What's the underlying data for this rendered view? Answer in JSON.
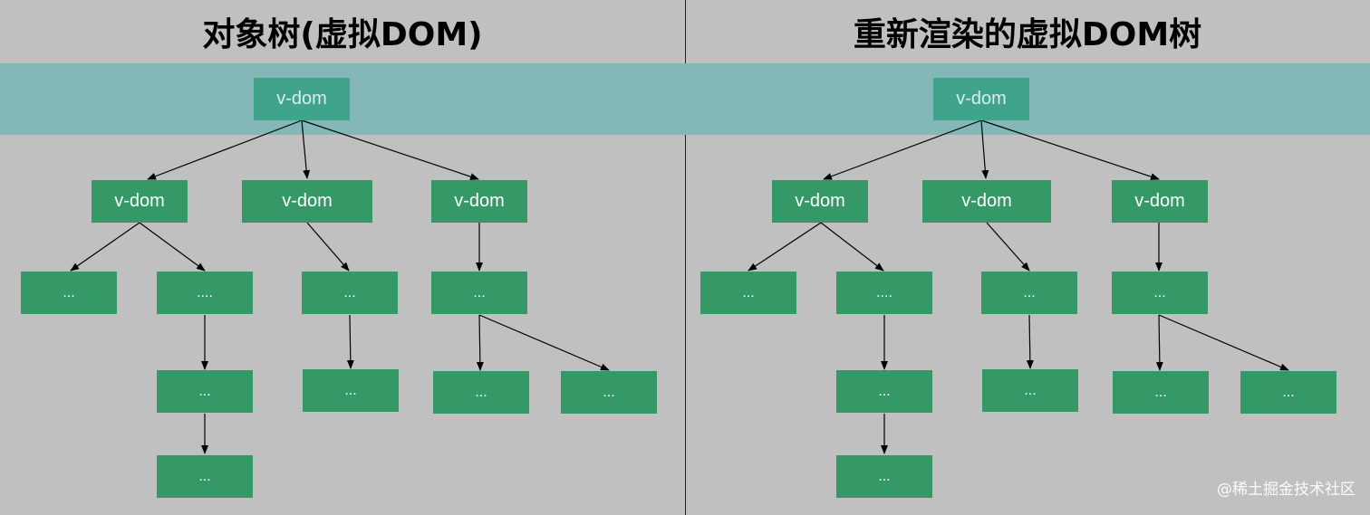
{
  "panels": [
    {
      "title": "对象树(虚拟DOM)",
      "nodes": {
        "root": "v-dom",
        "a": "v-dom",
        "b": "v-dom",
        "c": "v-dom",
        "a1": "...",
        "a2": "....",
        "a2c": "...",
        "a2cc": "...",
        "b1": "...",
        "b1c": "...",
        "c1": "...",
        "c1a": "...",
        "c1b": "..."
      }
    },
    {
      "title": "重新渲染的虚拟DOM树",
      "nodes": {
        "root": "v-dom",
        "a": "v-dom",
        "b": "v-dom",
        "c": "v-dom",
        "a1": "...",
        "a2": "....",
        "a2c": "...",
        "a2cc": "...",
        "b1": "...",
        "b1c": "...",
        "c1": "...",
        "c1a": "...",
        "c1b": "..."
      }
    }
  ],
  "watermark": "@稀土掘金技术社区",
  "colors": {
    "background": "#c0c0c0",
    "band": "#84b8b8",
    "node": "#349967",
    "root_node": "#3fa48b"
  }
}
